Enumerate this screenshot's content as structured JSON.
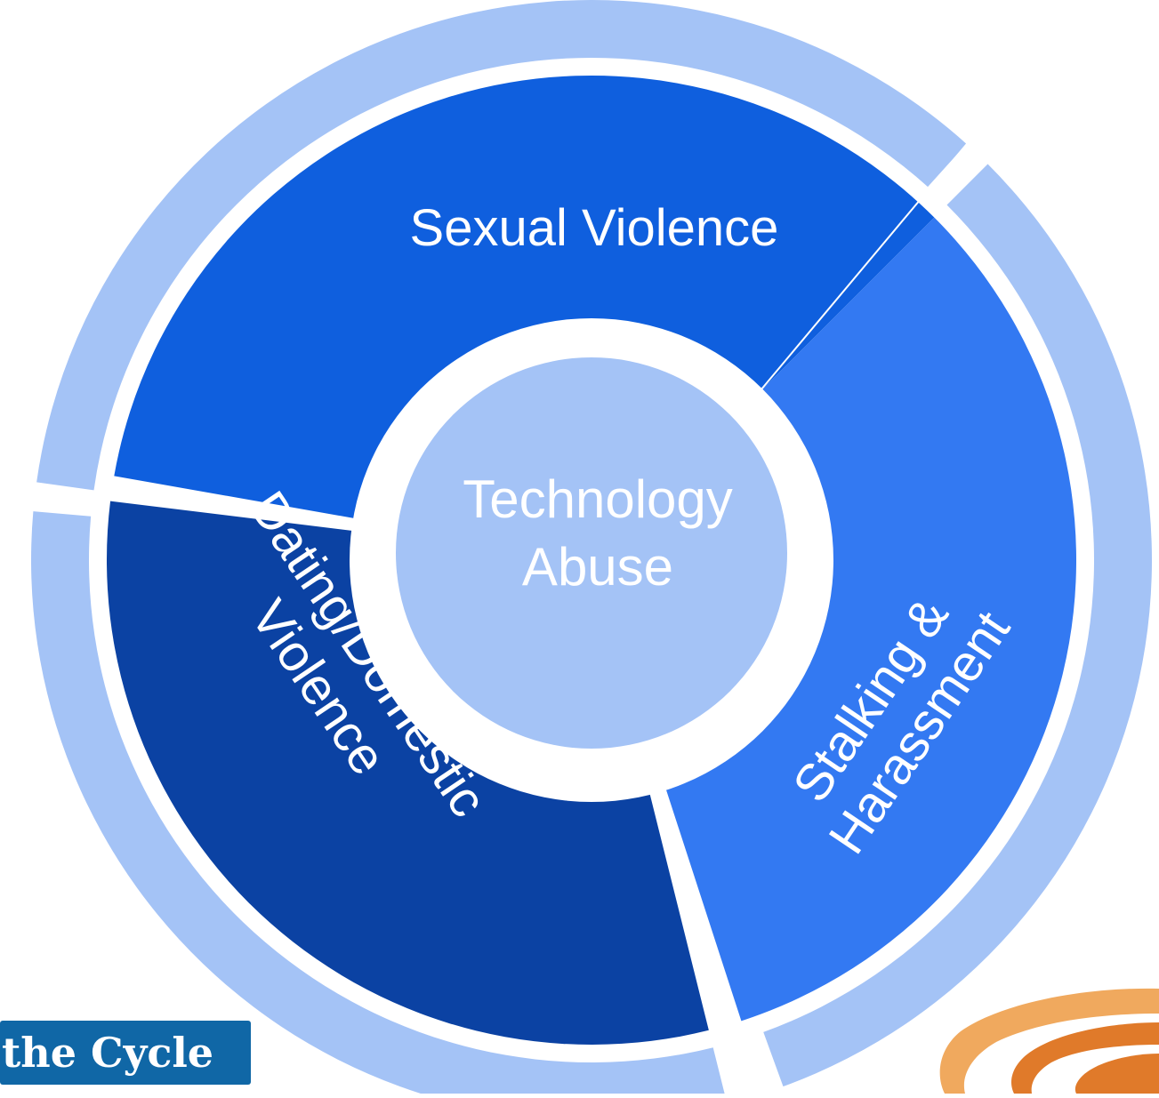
{
  "diagram": {
    "center": {
      "lines": [
        "Technology",
        "Abuse"
      ]
    },
    "segments": [
      {
        "id": "sexual-violence",
        "lines": [
          "Sexual Violence"
        ],
        "color": "#0f5fde"
      },
      {
        "id": "stalking-harassment",
        "lines": [
          "Stalking &",
          "Harassment"
        ],
        "color": "#3379f2"
      },
      {
        "id": "dating-domestic-violence",
        "lines": [
          "Dating/Domestic",
          "Violence"
        ],
        "color": "#0b42a3"
      }
    ],
    "colors": {
      "outer_ring": "#a4c3f6",
      "center_circle": "#a4c3f6",
      "text": "#ffffff"
    }
  },
  "logos": {
    "left": {
      "text": "the Cycle",
      "background": "#1067a6"
    },
    "right": {
      "colors": [
        "#e07a2a",
        "#f0a95e"
      ]
    }
  }
}
